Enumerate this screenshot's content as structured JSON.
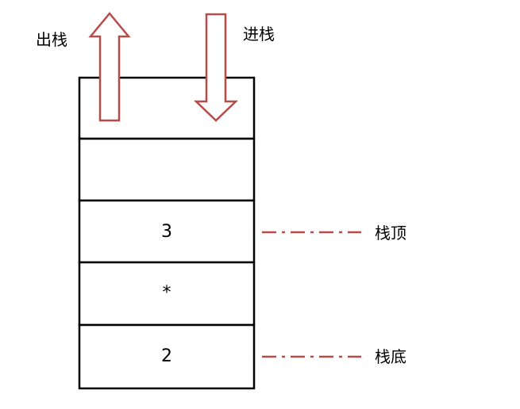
{
  "labels": {
    "pop": "出栈",
    "push": "进栈",
    "top": "栈顶",
    "bottom": "栈底"
  },
  "cells": [
    "",
    "",
    "3",
    "*",
    "2"
  ],
  "colors": {
    "arrow": "#b84a4a",
    "pointer": "#b84a4a",
    "stroke": "#000000"
  }
}
